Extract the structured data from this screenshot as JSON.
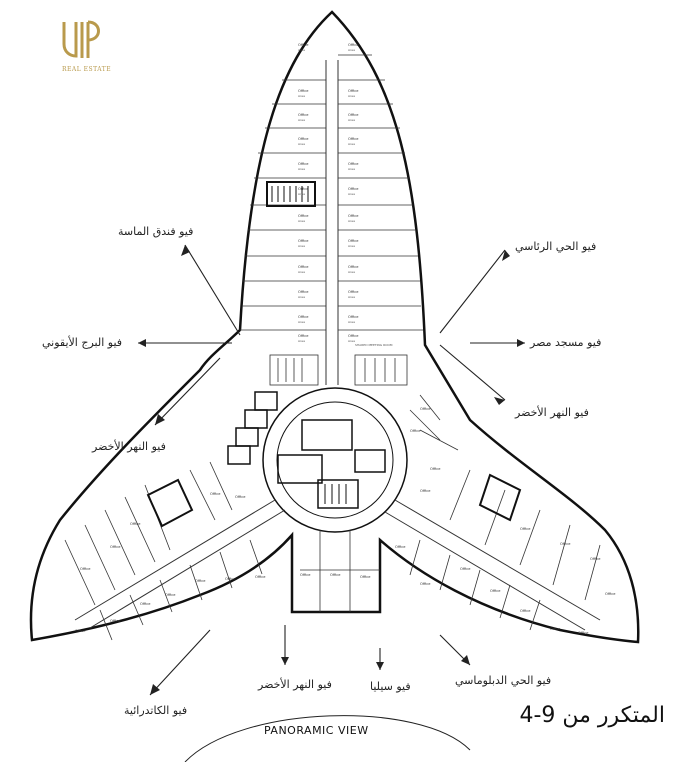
{
  "logo": {
    "mark": "UP",
    "subtitle": "REAL ESTATE",
    "color": "#b99a4c"
  },
  "views": {
    "diamond_hotel": "فيو فندق الماسة",
    "iconic_tower": "فيو البرج الأيقوني",
    "green_river_left": "فيو النهر الأخضر",
    "presidential_district": "فيو الحي الرئاسي",
    "egypt_mosque": "فيو مسجد مصر",
    "green_river_right": "فيو النهر الأخضر",
    "green_river_bottom": "فيو النهر الأخضر",
    "cinema": "فيو سيليا",
    "diplomatic_district": "فيو الحي الدبلوماسي",
    "cathedral": "فيو الكاتدرائية"
  },
  "floor_caption": "المتكرر من 9-4",
  "panoramic_label": "PANORAMIC VIEW",
  "meeting_room_label": "SHARED MEETING ROOM",
  "room_prefix": "Office",
  "area_prefix": "Area",
  "colors": {
    "wall": "#111111",
    "line": "#333333",
    "arrow": "#222222"
  }
}
